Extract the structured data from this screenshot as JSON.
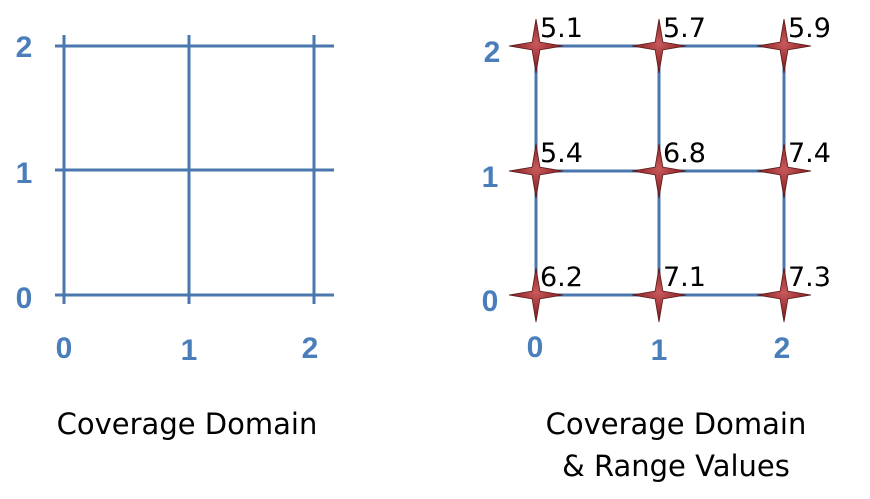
{
  "colors": {
    "grid": "#4a77ad",
    "axis_text": "#4a7ebb",
    "marker": "#9b2f32",
    "marker_dark": "#6e1d20",
    "marker_light": "#c85a5c"
  },
  "marker_icon": "four-point-star-icon",
  "left_panel": {
    "x_ticks": [
      "0",
      "1",
      "2"
    ],
    "y_ticks": [
      "0",
      "1",
      "2"
    ],
    "caption": "Coverage Domain"
  },
  "right_panel": {
    "x_ticks": [
      "0",
      "1",
      "2"
    ],
    "y_ticks": [
      "0",
      "1",
      "2"
    ],
    "caption_line1": "Coverage Domain",
    "caption_line2": "& Range Values",
    "points": [
      {
        "x": 0,
        "y": 2,
        "value": "5.1"
      },
      {
        "x": 1,
        "y": 2,
        "value": "5.7"
      },
      {
        "x": 2,
        "y": 2,
        "value": "5.9"
      },
      {
        "x": 0,
        "y": 1,
        "value": "5.4"
      },
      {
        "x": 1,
        "y": 1,
        "value": "6.8"
      },
      {
        "x": 2,
        "y": 1,
        "value": "7.4"
      },
      {
        "x": 0,
        "y": 0,
        "value": "6.2"
      },
      {
        "x": 1,
        "y": 0,
        "value": "7.1"
      },
      {
        "x": 2,
        "y": 0,
        "value": "7.3"
      }
    ]
  }
}
